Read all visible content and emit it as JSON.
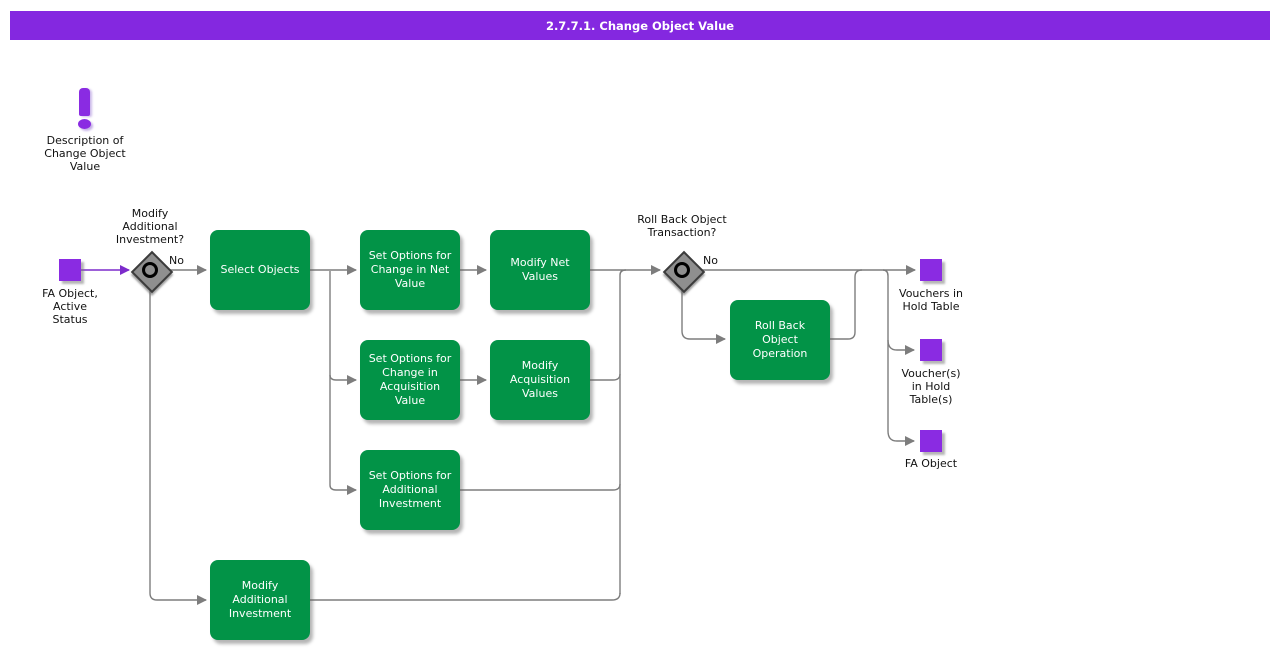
{
  "title_bar": {
    "title": "2.7.7.1. Change Object Value"
  },
  "colors": {
    "banner_purple": "#8428E0",
    "artifact_purple": "#8A2BE2",
    "process_green": "#029347",
    "connector_gray": "#7D7D7D",
    "decision_gray": "#8F8F8F"
  },
  "annotation": {
    "label": "Description of Change Object Value"
  },
  "nodes": {
    "start_artifact": "FA Object, Active Status",
    "decision1": "Modify Additional Investment?",
    "decision1_branch": "No",
    "select_objects": "Select Objects",
    "set_options_net": "Set Options for Change in Net Value",
    "modify_net_values": "Modify Net Values",
    "set_options_acq": "Set Options for Change in Acquisition Value",
    "modify_acq_values": "Modify Acquisition Values",
    "set_options_add": "Set Options for Additional Investment",
    "decision2": "Roll Back Object Transaction?",
    "decision2_branch": "No",
    "rollback_operation": "Roll Back Object Operation",
    "modify_additional": "Modify Additional Investment",
    "out_vouchers": "Vouchers in Hold Table",
    "out_vouchers_s": "Voucher(s) in Hold Table(s)",
    "out_fa_object": "FA Object"
  }
}
